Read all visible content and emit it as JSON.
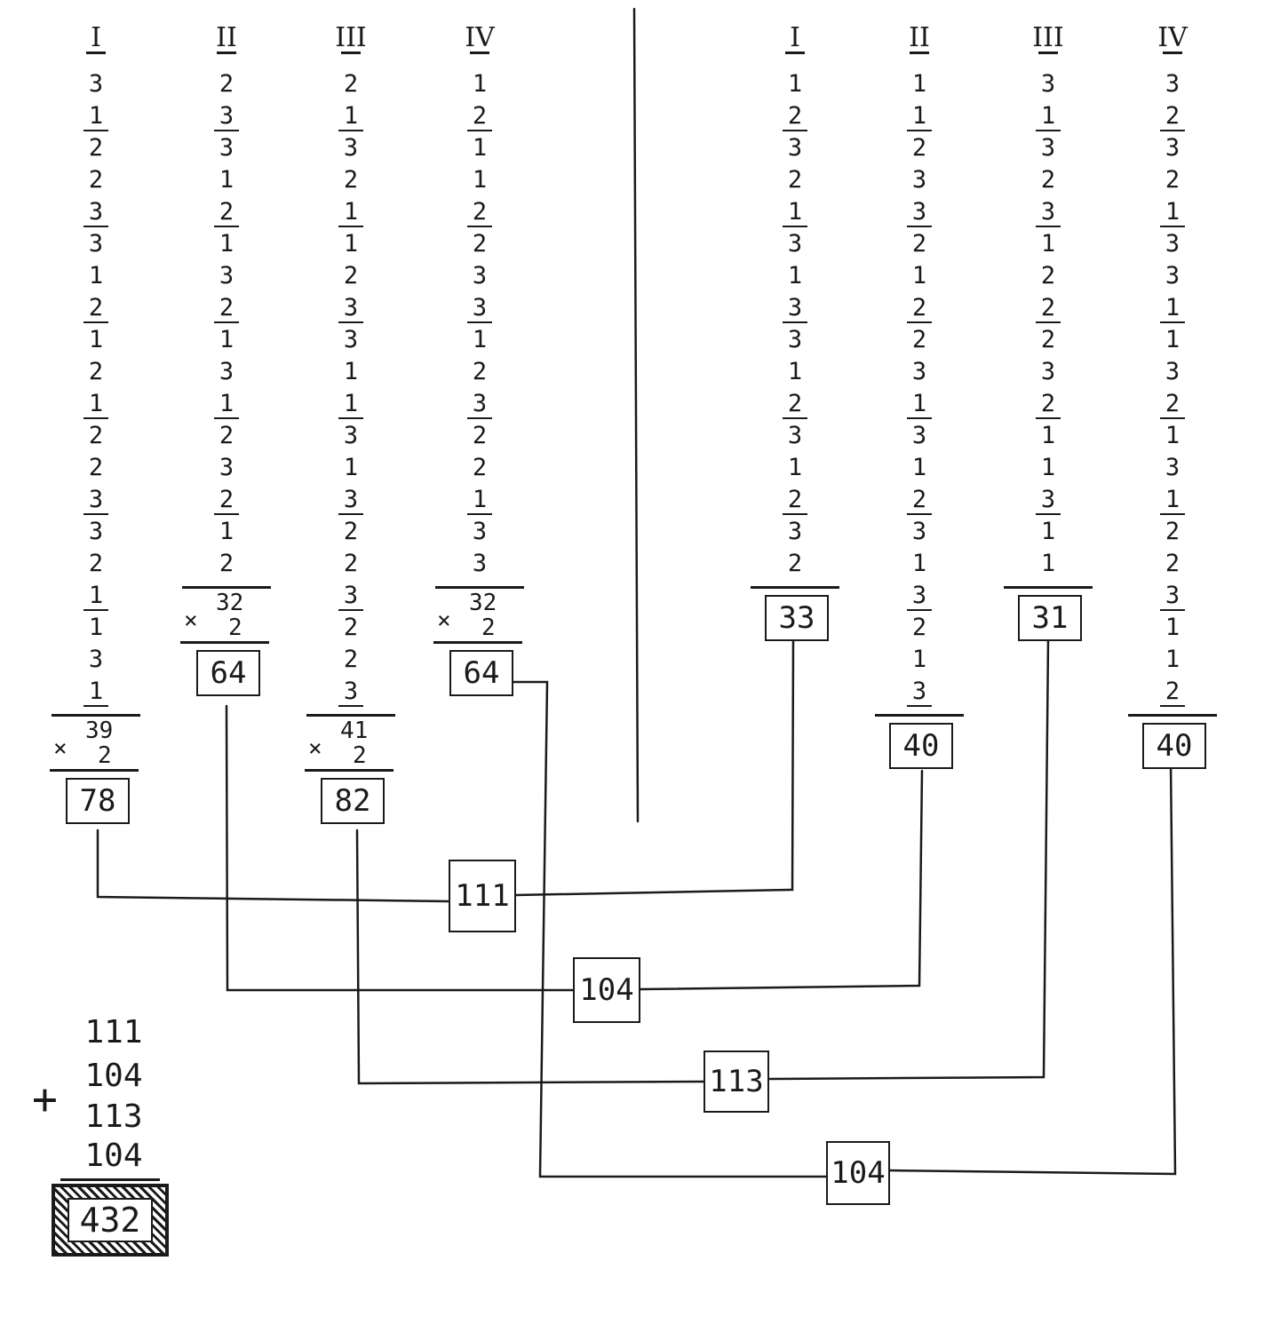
{
  "left_group": {
    "columns": [
      {
        "header": "I",
        "digits": [
          "3",
          "1",
          "2",
          "2",
          "3",
          "3",
          "1",
          "2",
          "1",
          "2",
          "1",
          "2",
          "2",
          "3",
          "3",
          "2",
          "1",
          "1",
          "3",
          "1"
        ],
        "sum": "39",
        "multiplier": "2",
        "result": "78"
      },
      {
        "header": "II",
        "digits": [
          "2",
          "3",
          "3",
          "1",
          "2",
          "1",
          "3",
          "2",
          "1",
          "3",
          "1",
          "2",
          "3",
          "2",
          "1",
          "2"
        ],
        "sum": "32",
        "multiplier": "2",
        "result": "64"
      },
      {
        "header": "III",
        "digits": [
          "2",
          "1",
          "3",
          "2",
          "1",
          "1",
          "2",
          "3",
          "3",
          "1",
          "1",
          "3",
          "1",
          "3",
          "2",
          "2",
          "3",
          "2",
          "2",
          "3"
        ],
        "sum": "41",
        "multiplier": "2",
        "result": "82"
      },
      {
        "header": "IV",
        "digits": [
          "1",
          "2",
          "1",
          "1",
          "2",
          "2",
          "3",
          "3",
          "1",
          "2",
          "3",
          "2",
          "2",
          "1",
          "3",
          "3"
        ],
        "sum": "32",
        "multiplier": "2",
        "result": "64"
      }
    ]
  },
  "right_group": {
    "columns": [
      {
        "header": "I",
        "digits": [
          "1",
          "2",
          "3",
          "2",
          "1",
          "3",
          "1",
          "3",
          "3",
          "1",
          "2",
          "3",
          "1",
          "2",
          "3",
          "2"
        ],
        "result": "33"
      },
      {
        "header": "II",
        "digits": [
          "1",
          "1",
          "2",
          "3",
          "3",
          "2",
          "1",
          "2",
          "2",
          "3",
          "1",
          "3",
          "1",
          "2",
          "3",
          "1",
          "3",
          "2",
          "1",
          "3"
        ],
        "result": "40"
      },
      {
        "header": "III",
        "digits": [
          "3",
          "1",
          "3",
          "2",
          "3",
          "1",
          "2",
          "2",
          "2",
          "3",
          "2",
          "1",
          "1",
          "3",
          "1",
          "1"
        ],
        "result": "31"
      },
      {
        "header": "IV",
        "digits": [
          "3",
          "2",
          "3",
          "2",
          "1",
          "3",
          "3",
          "1",
          "1",
          "3",
          "2",
          "1",
          "3",
          "1",
          "2",
          "2",
          "3",
          "1",
          "1",
          "2"
        ],
        "result": "40"
      }
    ]
  },
  "matches": [
    {
      "value": "111"
    },
    {
      "value": "104"
    },
    {
      "value": "113"
    },
    {
      "value": "104"
    }
  ],
  "addition": {
    "operator": "+",
    "terms": [
      "111",
      "104",
      "113",
      "104"
    ],
    "total": "432"
  },
  "multiply_sign": "×"
}
